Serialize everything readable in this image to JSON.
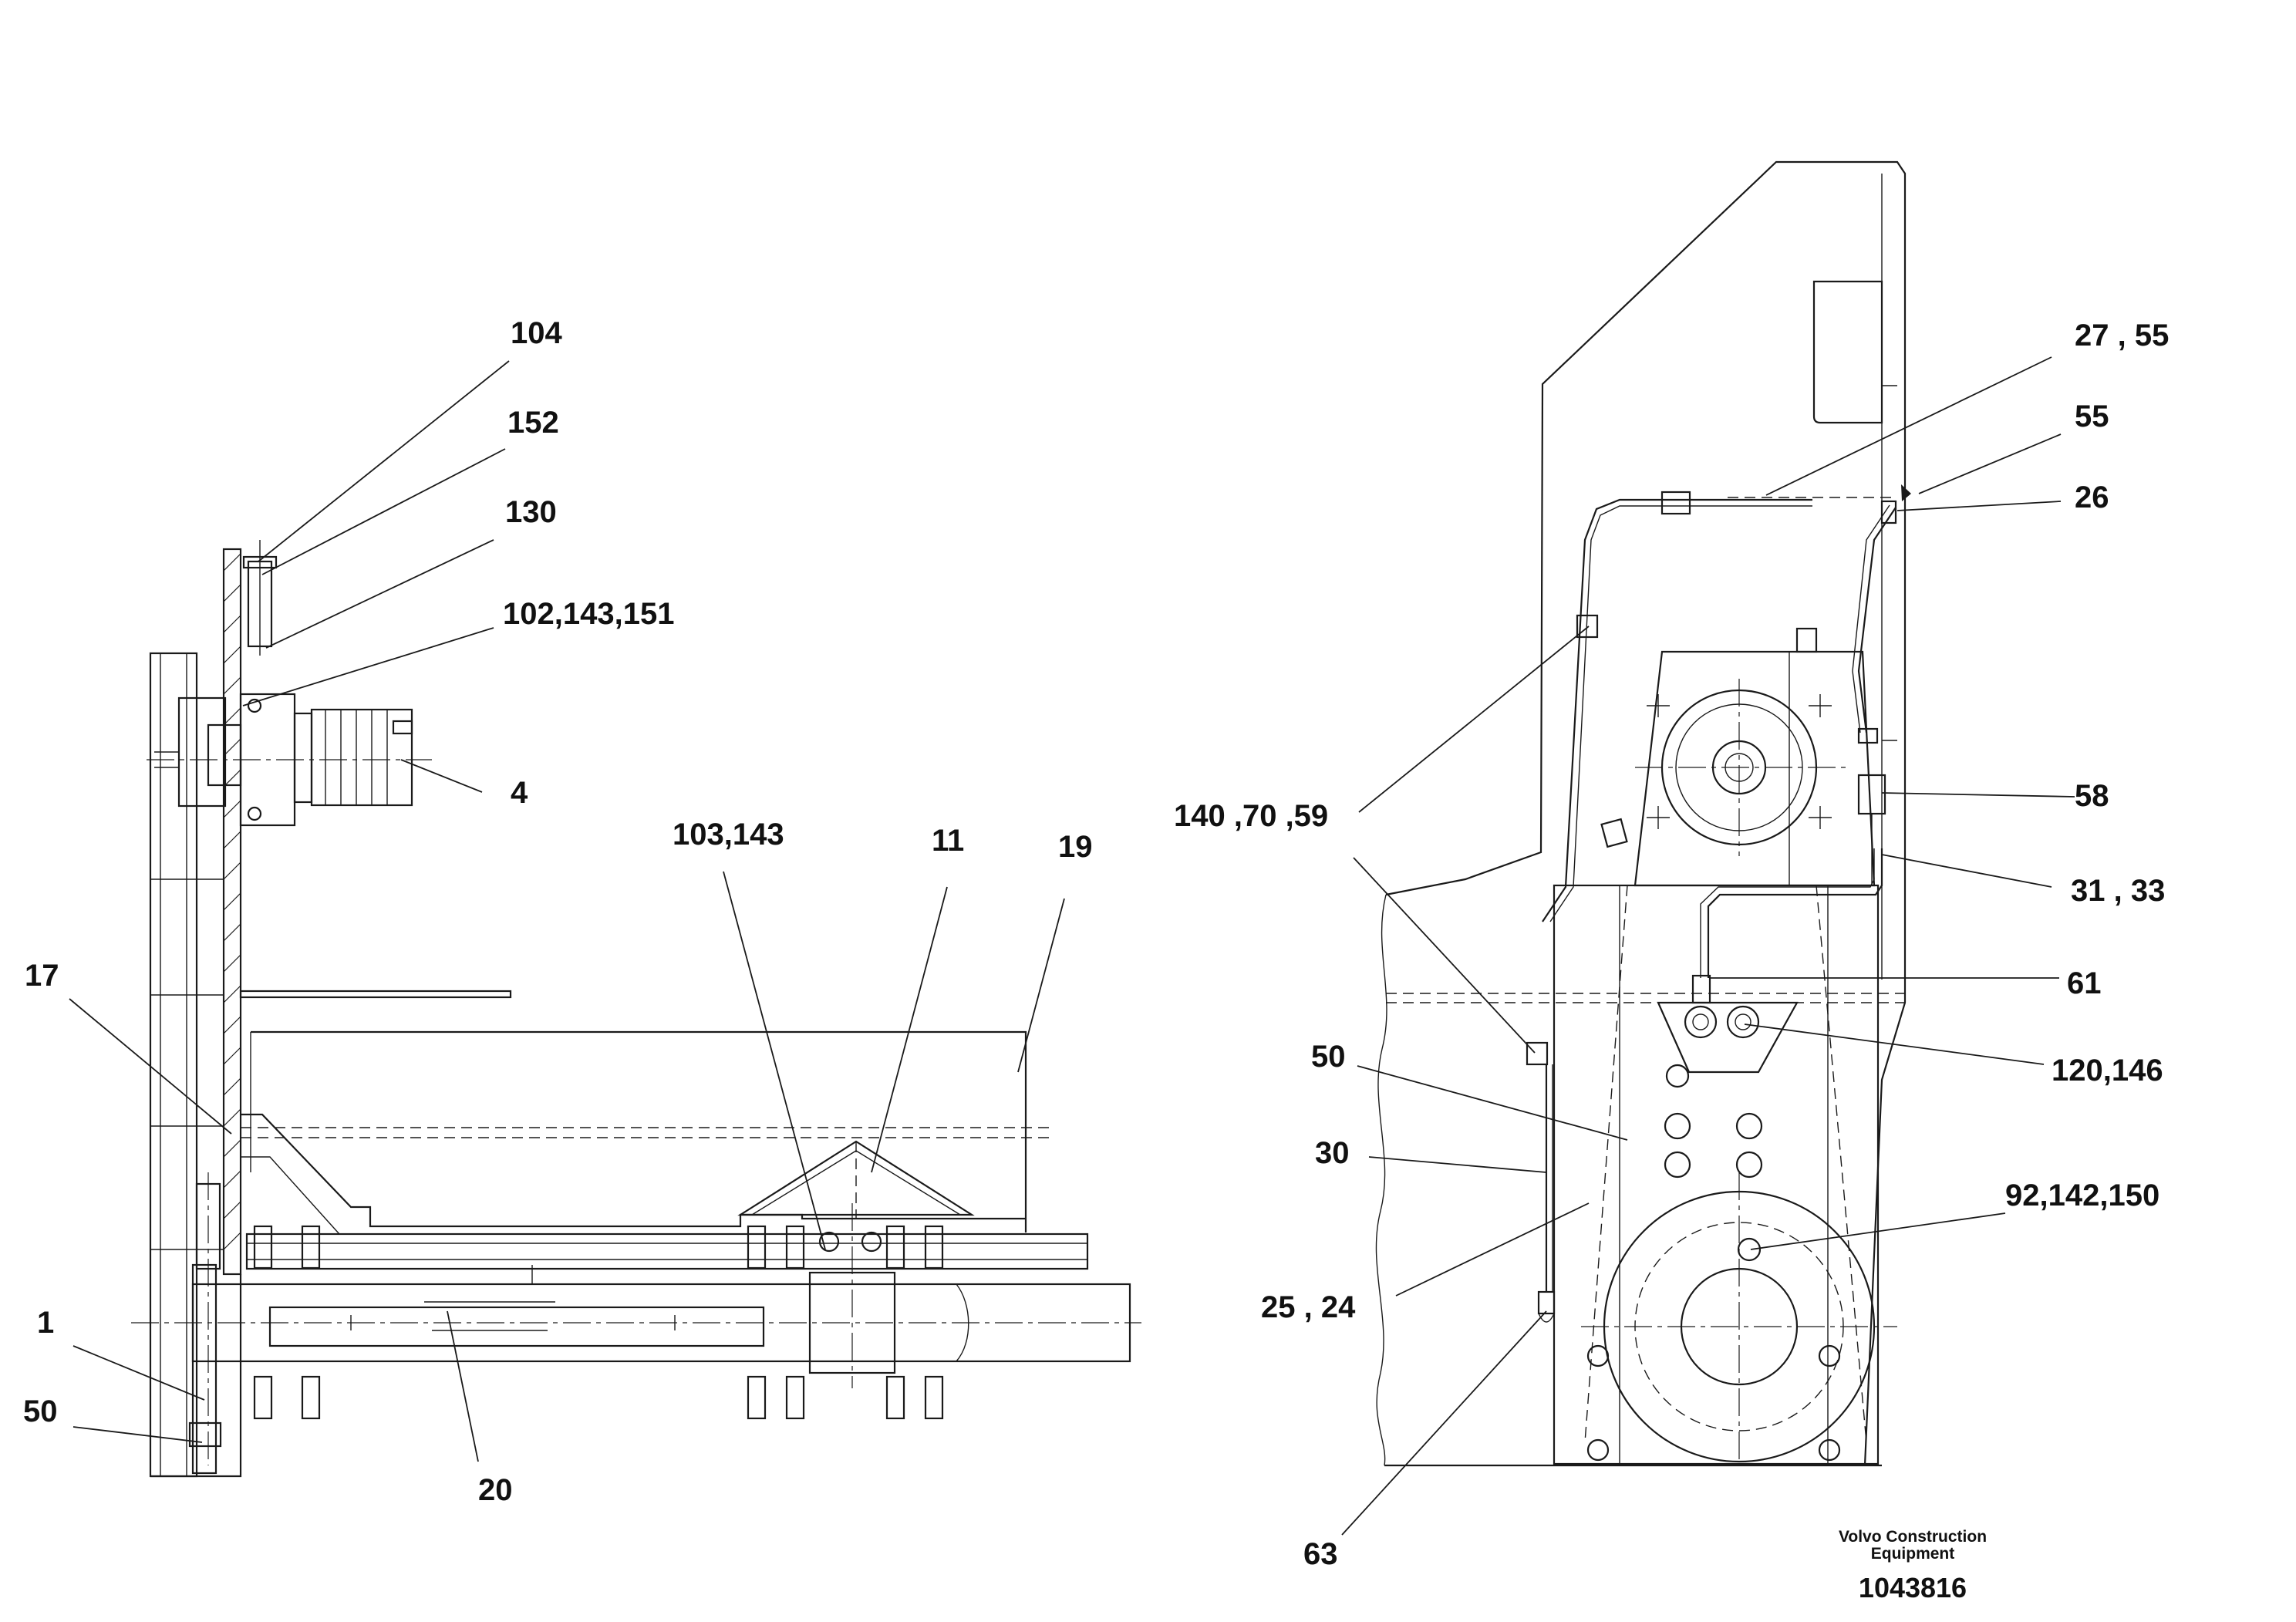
{
  "footer": {
    "company_line1": "Volvo Construction",
    "company_line2": "Equipment",
    "document_number": "1043816"
  },
  "left_view": {
    "callouts": [
      {
        "id": "104",
        "text": "104"
      },
      {
        "id": "152",
        "text": "152"
      },
      {
        "id": "130",
        "text": "130"
      },
      {
        "id": "102_143_151",
        "text": "102,143,151"
      },
      {
        "id": "4",
        "text": "4"
      },
      {
        "id": "103_143",
        "text": "103,143"
      },
      {
        "id": "11",
        "text": "11"
      },
      {
        "id": "19",
        "text": "19"
      },
      {
        "id": "17",
        "text": "17"
      },
      {
        "id": "1",
        "text": "1"
      },
      {
        "id": "50",
        "text": "50"
      },
      {
        "id": "20",
        "text": "20"
      }
    ]
  },
  "right_view": {
    "callouts": [
      {
        "id": "27_55",
        "text": "27 , 55"
      },
      {
        "id": "55",
        "text": "55"
      },
      {
        "id": "26",
        "text": "26"
      },
      {
        "id": "58",
        "text": "58"
      },
      {
        "id": "31_33",
        "text": "31 , 33"
      },
      {
        "id": "61",
        "text": "61"
      },
      {
        "id": "120_146",
        "text": "120,146"
      },
      {
        "id": "92_142_150",
        "text": "92,142,150"
      },
      {
        "id": "140_70_59",
        "text": "140 ,70 ,59"
      },
      {
        "id": "50",
        "text": "50"
      },
      {
        "id": "30",
        "text": "30"
      },
      {
        "id": "25_24",
        "text": "25 , 24"
      },
      {
        "id": "63",
        "text": "63"
      }
    ]
  }
}
